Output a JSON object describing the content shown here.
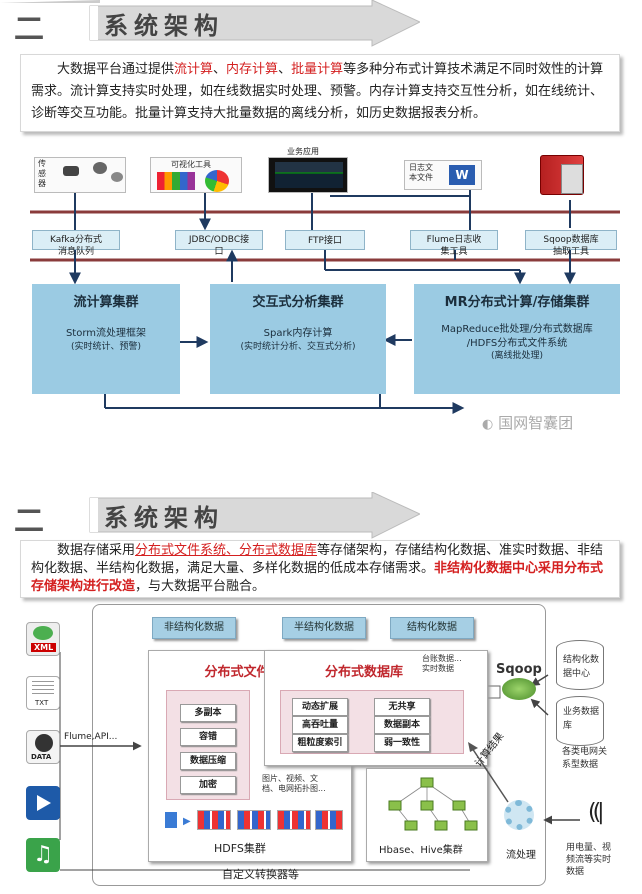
{
  "section1": {
    "num": "二",
    "title": "系统架构",
    "intro_parts": {
      "p1": "大数据平台通过提供",
      "r1": "流计算",
      "s1": "、",
      "r2": "内存计算",
      "s2": "、",
      "r3": "批量计算",
      "p2": "等多种分布式计算技术满足不同时效性的计算需求。流计算支持实时处理，如在线数据实时处理、预警。内存计算支持交互性分析，如在线统计、诊断等交互功能。批量计算支持大批量数据的离线分析，如历史数据报表分析。"
    },
    "thumbs": {
      "sensor": "传\n感\n器",
      "viz": "可视化工具",
      "biz": "业务应用",
      "log": "日志文\n本文件"
    },
    "sources": {
      "kafka": "Kafka分布式\n消息队列",
      "jdbc": "JDBC/ODBC接\n口",
      "ftp": "FTP接口",
      "flume": "Flume日志收\n集工具",
      "sqoop": "Sqoop数据库\n抽取工具"
    },
    "clusters": {
      "stream_title": "流计算集群",
      "stream_body": "Storm流处理框架",
      "stream_sub": "(实时统计、预警)",
      "inter_title": "交互式分析集群",
      "inter_body": "Spark内存计算",
      "inter_sub": "(实时统计分析、交互式分析)",
      "mr_title": "MR分布式计算/存储集群",
      "mr_body1": "MapReduce批处理/分布式数据库",
      "mr_body2": "/HDFS分布式文件系统",
      "mr_sub": "(离线批处理)"
    },
    "watermark": "国网智囊团"
  },
  "section2": {
    "num": "二",
    "title": "系统架构",
    "intro_parts": {
      "p1": "数据存储采用",
      "r1": "分布式文件系统、分布式数据库",
      "p2": "等存储架构，存储结构化数据、准实时数据、非结构化数据、半结构化数据，满足大量、多样化数据的低成本存储需求。",
      "r2": "非结构化数据中心采用分布式存储架构进行改造",
      "p3": "，与大数据平台融合。"
    },
    "types": [
      "非结构化数据",
      "半结构化数据",
      "结构化数据"
    ],
    "fs": {
      "title": "分布式文件系统",
      "features": [
        "多副本",
        "容错",
        "数据压缩",
        "加密"
      ],
      "hdfs": "HDFS集群",
      "note": "图片、视频、文\n档、电网拓扑图..."
    },
    "db": {
      "title": "分布式数据库",
      "note": "台账数据...\n实时数据",
      "features": [
        "动态扩展",
        "无共享",
        "高吞吐量",
        "数据副本",
        "粗粒度索引",
        "弱一致性"
      ],
      "hbase": "Hbase、Hive集群"
    },
    "left_files": [
      "XML",
      "TXT",
      "DATA"
    ],
    "flume": "Flume,API...",
    "sqoop": "Sqoop",
    "cyl1": "结构化数\n据中心",
    "cyl2": "业务数据\n库",
    "right_label": "各类电网关\n系型数据",
    "calc": "计算结果",
    "stream": "流处理",
    "bottom_right": "用电量、视\n频流等实时\n数据",
    "converter": "自定义转换器等"
  }
}
